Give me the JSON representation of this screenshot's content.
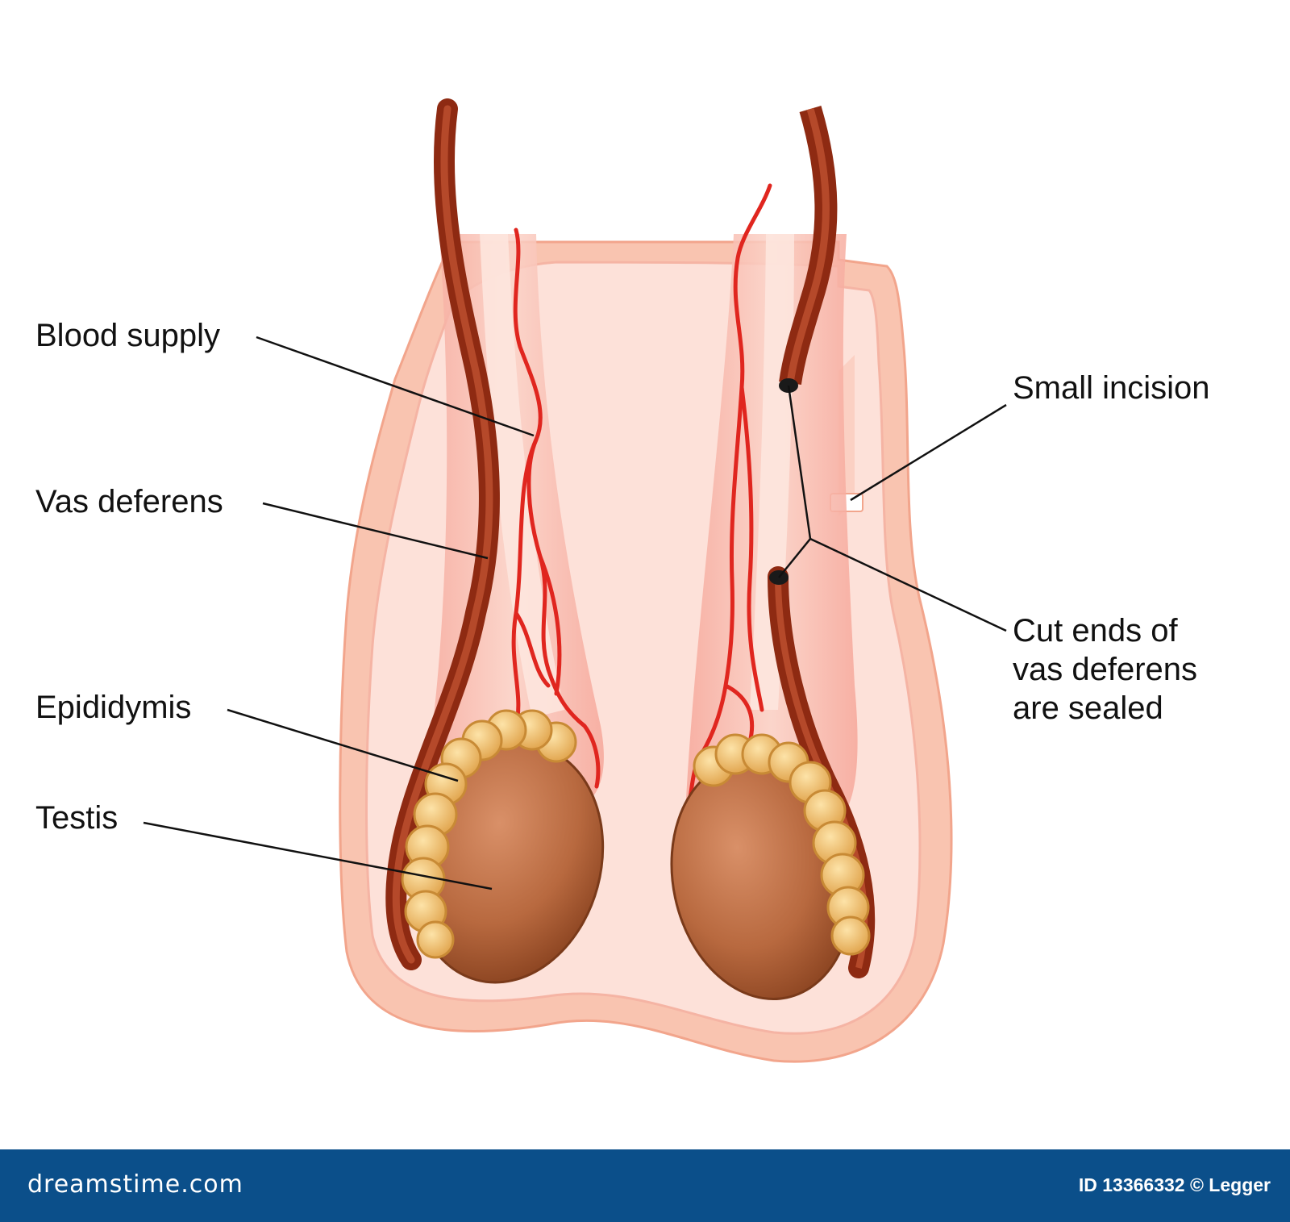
{
  "labels": {
    "blood_supply": "Blood supply",
    "vas_deferens": "Vas deferens",
    "epididymis": "Epididymis",
    "testis": "Testis",
    "small_incision": "Small incision",
    "cut_ends": [
      "Cut ends of",
      "vas deferens",
      "are sealed"
    ]
  },
  "footer": {
    "site": "dreamstime.com",
    "id_credit": "ID 13366332 © Legger",
    "bar_color": "#0b4f8a"
  },
  "colors": {
    "scrotum_outer": "#f9c4b0",
    "scrotum_inner": "#fde1d9",
    "vas_deferens": "#8e2a12",
    "blood_vessel": "#e0261f",
    "epididymis": "#f2c06a",
    "testis": "#b8693f"
  }
}
